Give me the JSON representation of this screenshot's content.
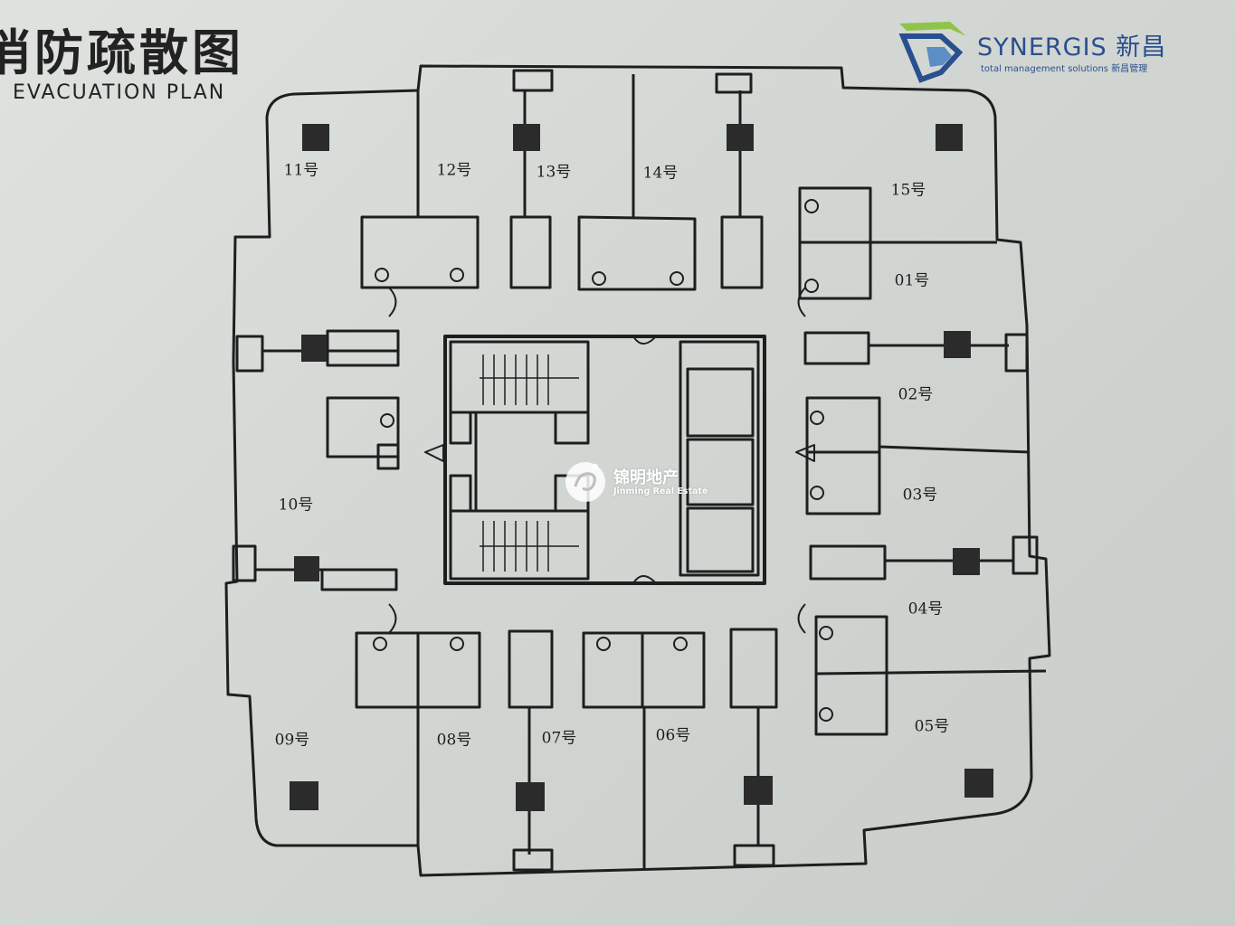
{
  "header": {
    "title_zh": "消防疏散图",
    "title_en": "EVACUATION PLAN"
  },
  "logo": {
    "name": "SYNERGIS 新昌",
    "tagline": "total management solutions 新昌管理"
  },
  "watermark": {
    "name_zh": "锦明地产",
    "name_en": "Jinming Real Estate"
  },
  "rooms": [
    "11号",
    "12号",
    "13号",
    "14号",
    "15号",
    "01号",
    "02号",
    "03号",
    "04号",
    "05号",
    "06号",
    "07号",
    "08号",
    "09号",
    "10号"
  ],
  "colors": {
    "ink": "#1e1e1e",
    "paper": "#d8dcd8",
    "brand_blue": "#2a4f8e",
    "brand_green": "#8fc34a"
  }
}
